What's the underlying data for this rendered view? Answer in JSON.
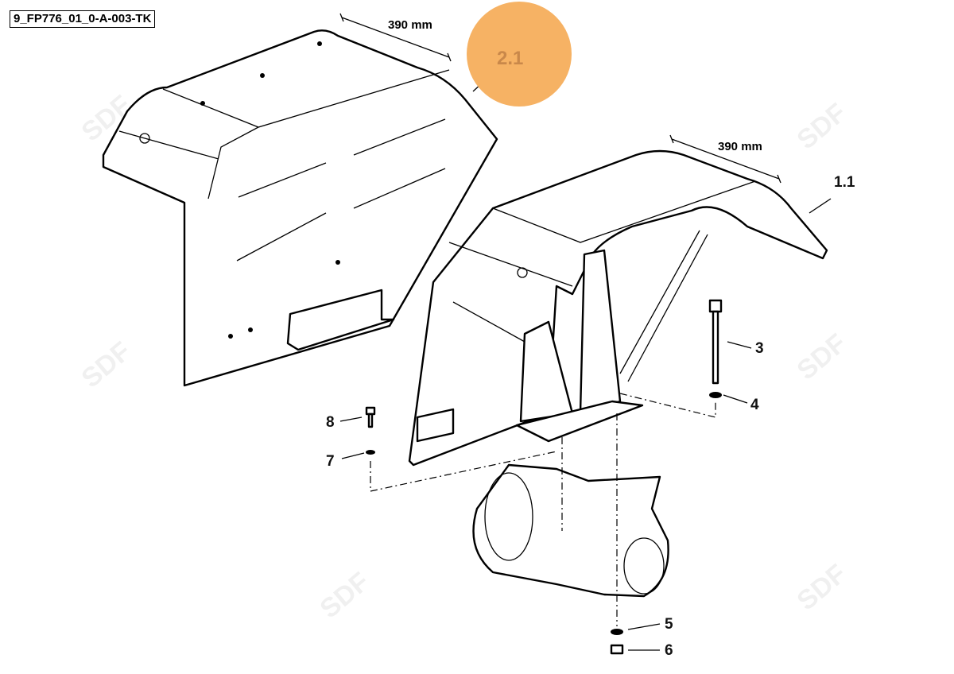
{
  "drawing_code": "9_FP776_01_0-A-003-TK",
  "dimensions": {
    "left_fender_width": "390 mm",
    "right_fender_width": "390 mm"
  },
  "hotspot": {
    "label": "2.1",
    "color": "#f6b264",
    "text_color": "#c9884a"
  },
  "callouts": {
    "fender_assembly": "1.1",
    "bolt": "3",
    "washer_top": "4",
    "washer_bottom": "5",
    "nut": "6",
    "small_washer": "7",
    "screw": "8"
  },
  "watermark": "SDF"
}
